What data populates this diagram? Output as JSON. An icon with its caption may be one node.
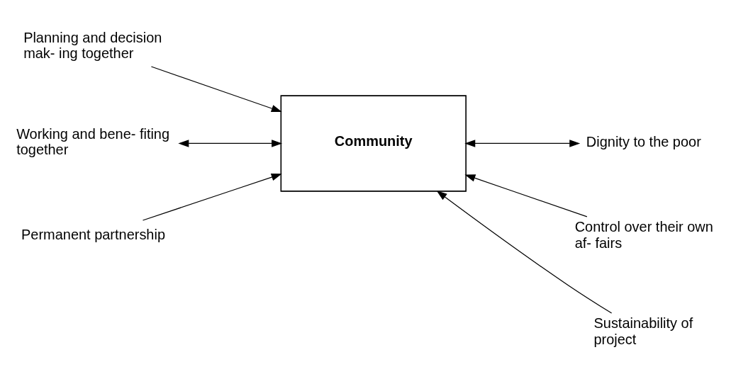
{
  "diagram": {
    "nodes": [
      {
        "text": [
          "Community"
        ]
      },
      {
        "text": [
          "Planning and decision mak- ing together"
        ]
      },
      {
        "text": [
          "Control over their own af- fairs"
        ]
      },
      {
        "text": [
          "Working and bene- fiting together"
        ]
      },
      {
        "text": [
          "Dignity to the poor"
        ]
      },
      {
        "text": [
          "Permanent partnership"
        ]
      },
      {
        "text": [
          "Sustainability of project"
        ]
      }
    ],
    "edges": [
      {
        "from": 1,
        "to": 0,
        "arrow": "to"
      },
      {
        "from": 2,
        "to": 0,
        "arrow": "to"
      },
      {
        "from": 3,
        "to": 0,
        "arrow": "both"
      },
      {
        "from": 0,
        "to": 4,
        "arrow": "both"
      },
      {
        "from": 5,
        "to": 0,
        "arrow": "to"
      },
      {
        "from": 6,
        "to": 0,
        "arrow": "to"
      }
    ]
  }
}
